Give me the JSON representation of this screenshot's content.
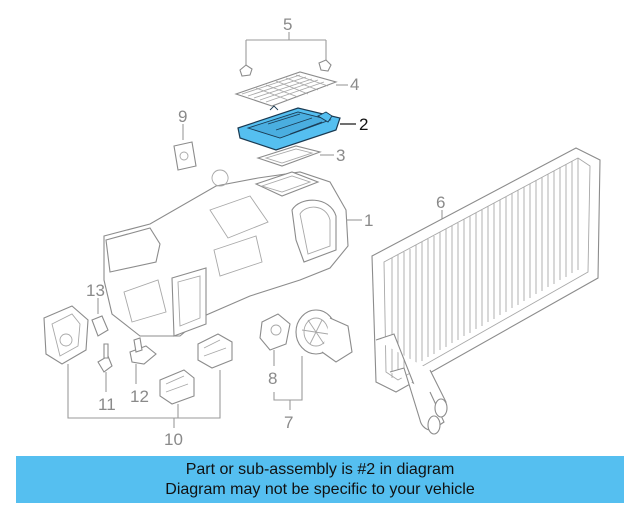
{
  "banner": {
    "line1": "Part or sub-assembly is #2 in diagram",
    "line2": "Diagram may not be specific to your vehicle",
    "color": "#55bff0"
  },
  "callouts": {
    "c1": "1",
    "c2": "2",
    "c3": "3",
    "c4": "4",
    "c5": "5",
    "c6": "6",
    "c7": "7",
    "c8": "8",
    "c9": "9",
    "c10": "10",
    "c11": "11",
    "c12": "12",
    "c13": "13"
  },
  "highlight": {
    "part": "2",
    "color": "#55bff0"
  }
}
